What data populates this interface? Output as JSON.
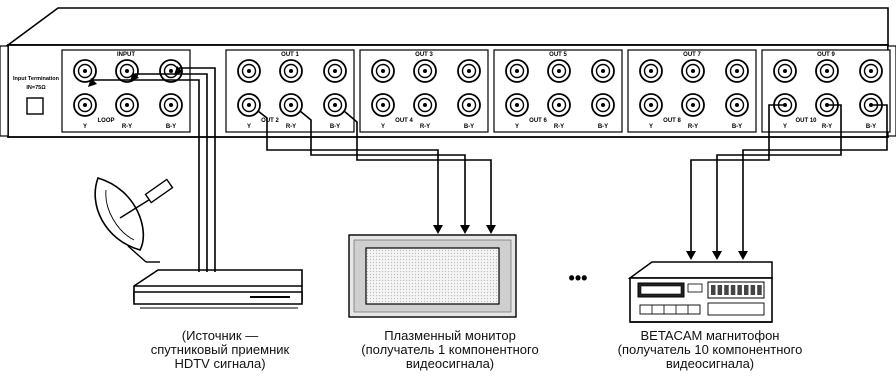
{
  "panel": {
    "input_termination": "Input Termination",
    "impedance": "IN=75Ω",
    "groups": [
      {
        "top": "INPUT",
        "bottom": "LOOP",
        "labels": [
          "Y",
          "R-Y",
          "B-Y"
        ]
      },
      {
        "top": "OUT 1",
        "bottom": "OUT 2",
        "labels": [
          "Y",
          "R-Y",
          "B-Y"
        ]
      },
      {
        "top": "OUT 3",
        "bottom": "OUT 4",
        "labels": [
          "Y",
          "R-Y",
          "B-Y"
        ]
      },
      {
        "top": "OUT 5",
        "bottom": "OUT 6",
        "labels": [
          "Y",
          "R-Y",
          "B-Y"
        ]
      },
      {
        "top": "OUT 7",
        "bottom": "OUT 8",
        "labels": [
          "Y",
          "R-Y",
          "B-Y"
        ]
      },
      {
        "top": "OUT 9",
        "bottom": "OUT 10",
        "labels": [
          "Y",
          "R-Y",
          "B-Y"
        ]
      }
    ]
  },
  "ellipsis": "•••",
  "captions": {
    "source": [
      "(Источник —",
      "спутниковый приемник",
      "HDTV сигнала)"
    ],
    "monitor": [
      "Плазменный монитор",
      "(получатель 1 компонентного",
      "видеосигнала)"
    ],
    "recorder": [
      "BETACAM магнитофон",
      "(получатель 10 компонентного",
      "видеосигнала)"
    ]
  }
}
